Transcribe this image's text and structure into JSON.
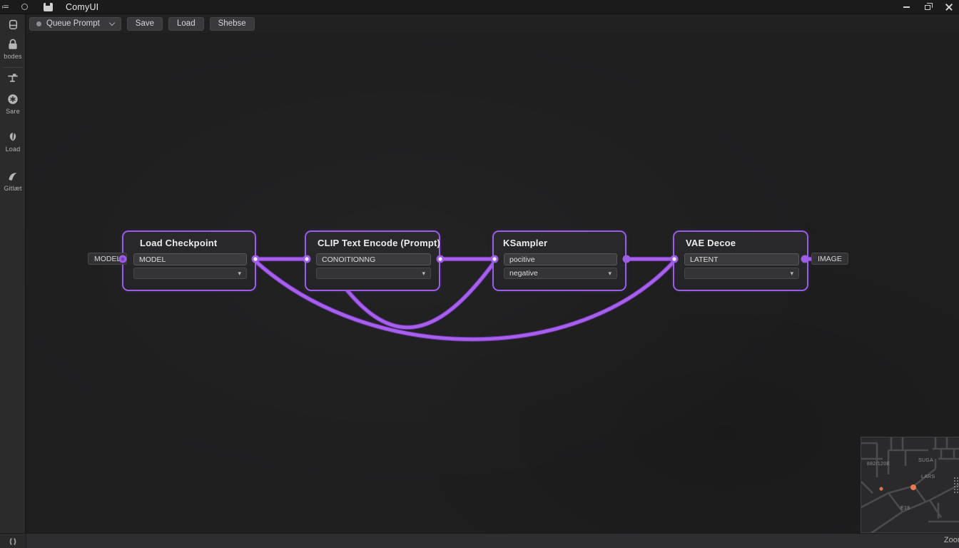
{
  "window": {
    "title": "ComyUI"
  },
  "toolbar": {
    "queue_prompt_label": "Queue Prompt",
    "save_label": "Save",
    "load_label": "Load",
    "refresh_label": "Shebse"
  },
  "sidebar": {
    "items": [
      {
        "label": "",
        "icon": "storage-icon"
      },
      {
        "label": "bodes",
        "icon": "nodes-icon"
      },
      {
        "label": "",
        "icon": "tool-icon"
      },
      {
        "label": "Sare",
        "icon": "badge-icon"
      },
      {
        "label": "Load",
        "icon": "open-icon"
      },
      {
        "label": "Gitlæt",
        "icon": "gallery-icon"
      }
    ]
  },
  "graph": {
    "nodes": [
      {
        "title": "Load Checkpoint",
        "row1": "MODEL",
        "row2": ""
      },
      {
        "title": "CLIP Text Encode (Prompt)",
        "row1": "CONOITIONNG",
        "row2": ""
      },
      {
        "title": "KSampler",
        "row1": "pocitive",
        "row2": "negative"
      },
      {
        "title": "VAE Decoe",
        "row1": "LATENT",
        "row2": ""
      }
    ],
    "input_tag": "MODEL",
    "output_tag": "IMAGE",
    "wire_color": "#a660ec",
    "node_border_color": "#9b5ce6"
  },
  "minimap": {
    "labels": [
      {
        "text": "882/120E"
      },
      {
        "text": "SUGA"
      },
      {
        "text": "LARS"
      },
      {
        "text": "E18"
      }
    ],
    "marker_color": "#e0774d"
  },
  "statusbar": {
    "zoom_label": "Zoom"
  },
  "colors": {
    "accent": "#9b5ce6",
    "wire": "#a660ec",
    "canvas_bg": "#1e1e1f",
    "panel_bg": "#2b2b2c"
  }
}
